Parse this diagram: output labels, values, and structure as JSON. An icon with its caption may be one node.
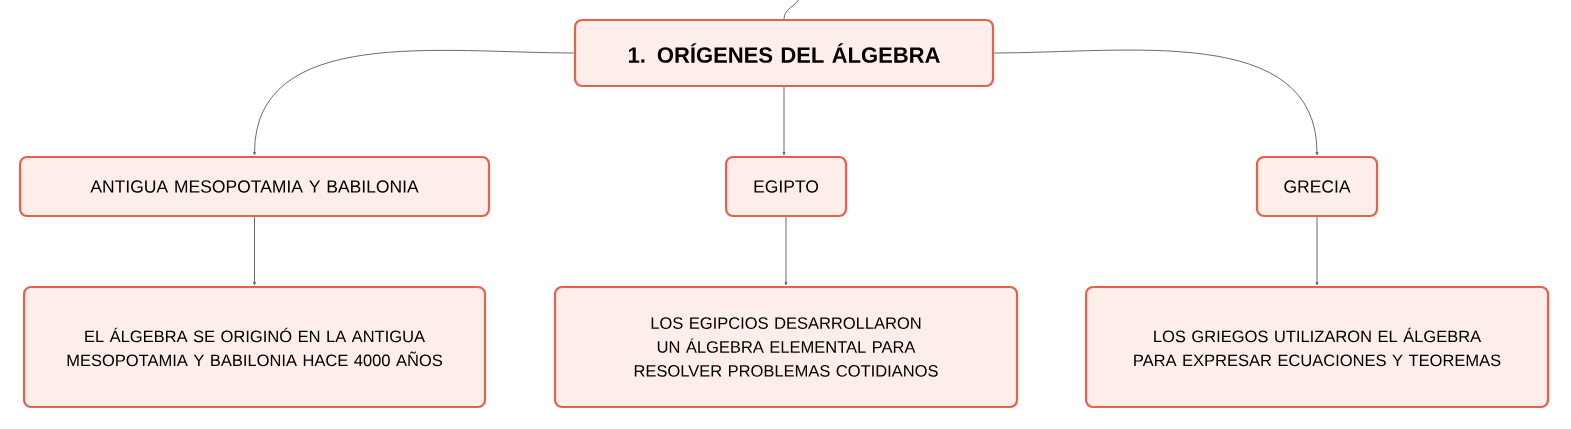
{
  "diagram": {
    "nodes": [
      {
        "text": [
          "1. ORÍGENES DEL ÁLGEBRA"
        ]
      },
      {
        "text": [
          "ANTIGUA MESOPOTAMIA Y BABILONIA"
        ]
      },
      {
        "text": [
          "EGIPTO"
        ]
      },
      {
        "text": [
          "GRECIA"
        ]
      },
      {
        "text": [
          "EL ÁLGEBRA SE ORIGINÓ EN LA ANTIGUA MESOPOTAMIA Y BABILONIA HACE 4000 AÑOS"
        ]
      },
      {
        "text": [
          "LOS EGIPCIOS DESARROLLARON UN ÁLGEBRA ELEMENTAL PARA RESOLVER PROBLEMAS COTIDIANOS"
        ]
      },
      {
        "text": [
          "LOS GRIEGOS UTILIZARON EL ÁLGEBRA PARA EXPRESAR ECUACIONES Y TEOREMAS"
        ]
      }
    ],
    "edges": [
      {
        "from": null,
        "to": 0,
        "arrow": "none"
      },
      {
        "from": 0,
        "to": 1,
        "arrow": "to"
      },
      {
        "from": 0,
        "to": 2,
        "arrow": "to"
      },
      {
        "from": 0,
        "to": 3,
        "arrow": "to"
      },
      {
        "from": 1,
        "to": 4,
        "arrow": "to"
      },
      {
        "from": 2,
        "to": 5,
        "arrow": "to"
      },
      {
        "from": 3,
        "to": 6,
        "arrow": "to"
      }
    ]
  }
}
